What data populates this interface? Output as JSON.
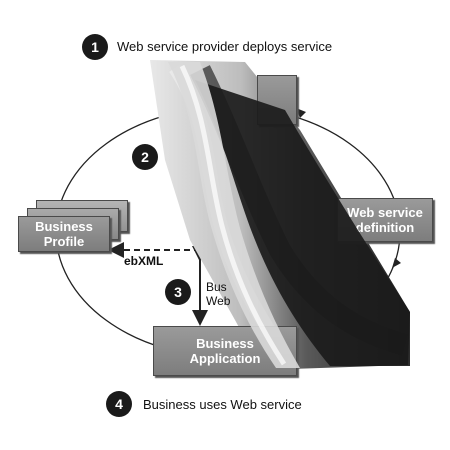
{
  "steps": [
    {
      "number": "1",
      "text": "Web service provider deploys service"
    },
    {
      "number": "2",
      "text": ""
    },
    {
      "number": "3",
      "text": ""
    },
    {
      "number": "4",
      "text": "Business uses Web service"
    }
  ],
  "boxes": {
    "business_profile": {
      "line1": "Business",
      "line2": "Profile"
    },
    "web_service_definition": {
      "line1": "Web service",
      "line2": "definition"
    },
    "business_application": {
      "line1": "Business",
      "line2": "Application"
    }
  },
  "labels": {
    "ebxml": "ebXML",
    "business_web_line1": "Bus",
    "business_web_line2": "Web"
  },
  "colors": {
    "box_fill": "#8a8a8a",
    "badge_fill": "#1a1a1a",
    "arrow": "#222222"
  }
}
